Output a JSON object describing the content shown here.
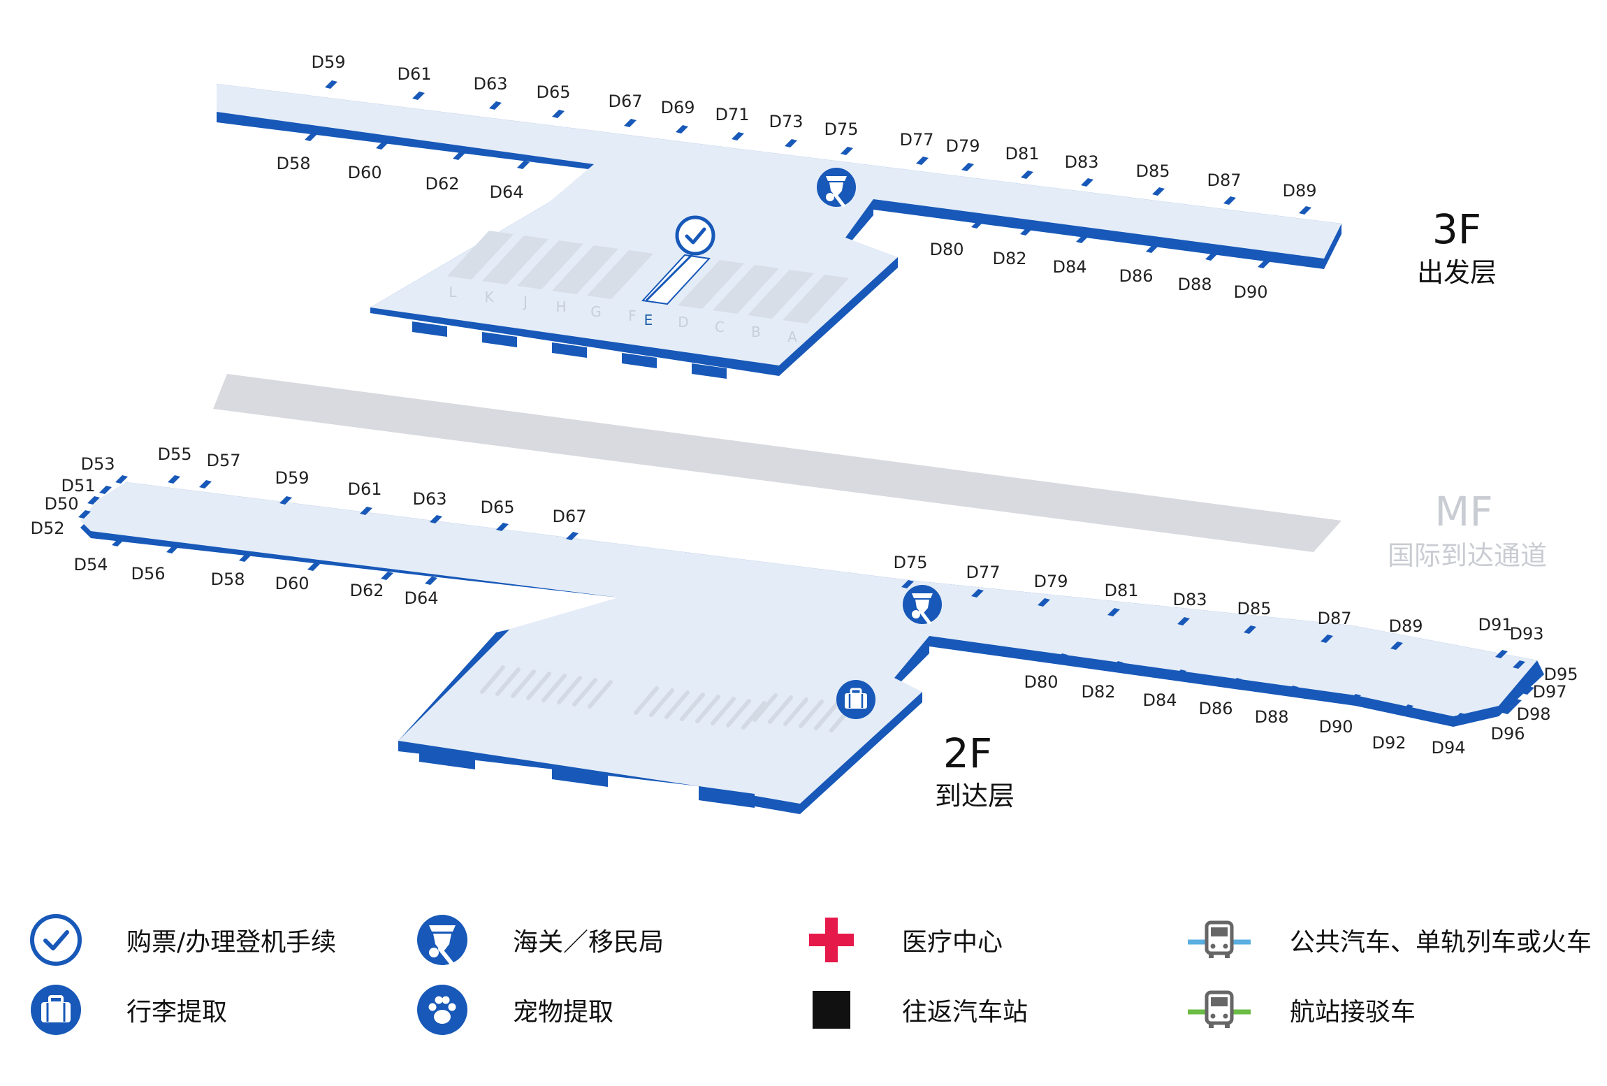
{
  "floor_3f": {
    "floor": "3F",
    "name": "出发层",
    "gates_north": [
      "D59",
      "D61",
      "D63",
      "D65",
      "D67",
      "D69",
      "D71",
      "D73",
      "D75",
      "D77",
      "D79",
      "D81",
      "D83",
      "D85",
      "D87",
      "D89"
    ],
    "gates_south": [
      "D58",
      "D60",
      "D62",
      "D64",
      "D80",
      "D82",
      "D84",
      "D86",
      "D88",
      "D90"
    ],
    "counter_letters": [
      "L",
      "K",
      "J",
      "H",
      "G",
      "F",
      "E",
      "D",
      "C",
      "B",
      "A"
    ],
    "highlighted_counter": "E"
  },
  "floor_mf": {
    "floor": "MF",
    "name": "国际到达通道"
  },
  "floor_2f": {
    "floor": "2F",
    "name": "到达层",
    "gates_north": [
      "D53",
      "D51",
      "D50",
      "D52",
      "D55",
      "D57",
      "D59",
      "D61",
      "D63",
      "D65",
      "D67",
      "D75",
      "D77",
      "D79",
      "D81",
      "D83",
      "D85",
      "D87",
      "D89",
      "D91",
      "D93",
      "D95",
      "D97",
      "D98"
    ],
    "gates_south": [
      "D54",
      "D56",
      "D58",
      "D60",
      "D62",
      "D64",
      "D80",
      "D82",
      "D84",
      "D86",
      "D88",
      "D90",
      "D92",
      "D94",
      "D96"
    ]
  },
  "legend": [
    {
      "icon": "check-in-icon",
      "label": "购票/办理登机手续"
    },
    {
      "icon": "customs-icon",
      "label": "海关／移民局"
    },
    {
      "icon": "medical-cross-icon",
      "label": "医疗中心"
    },
    {
      "icon": "bus-train-icon",
      "label": "公共汽车、单轨列车或火车"
    },
    {
      "icon": "baggage-icon",
      "label": "行李提取"
    },
    {
      "icon": "pet-icon",
      "label": "宠物提取"
    },
    {
      "icon": "shuttle-stop-icon",
      "label": "往返汽车站"
    },
    {
      "icon": "terminal-shuttle-icon",
      "label": "航站接驳车"
    }
  ],
  "colors": {
    "floor_fill": "#e4ecf7",
    "floor_edge": "#1758b8",
    "brand_blue": "#1758b8",
    "medical_red": "#e5194a",
    "public_line": "#5aaee0",
    "shuttle_line": "#6bbd45",
    "mf_band": "#d8dadf"
  }
}
